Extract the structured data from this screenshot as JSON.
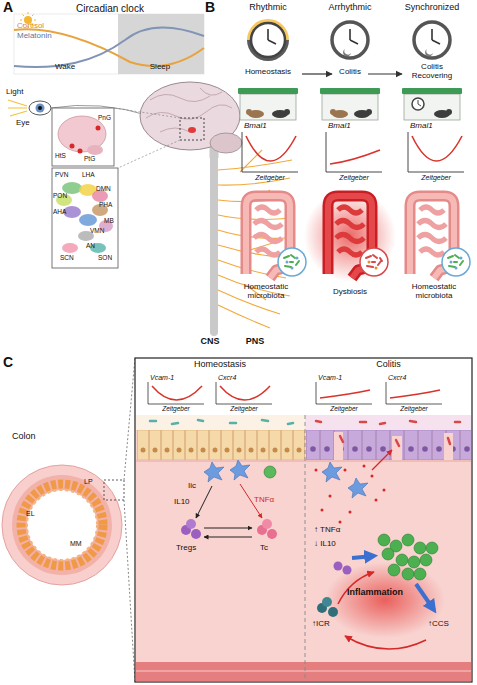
{
  "diagram": {
    "nodes": [
      {
        "text": [
          "Homeostasis"
        ]
      },
      {
        "text": [
          "Colitis"
        ]
      },
      {
        "text": [
          "Colitis Recovering"
        ]
      },
      {
        "text": [
          "Homeostasis"
        ]
      },
      {
        "text": [
          "Colitis"
        ]
      }
    ],
    "edges": [
      {
        "from": 0,
        "to": 1,
        "arrow": "to"
      },
      {
        "from": 1,
        "to": 2,
        "arrow": "to"
      }
    ],
    "labels": [
      "A",
      "Circadian clock",
      "Cortisol",
      "Melatonin",
      "Wake",
      "Sleep",
      "Light",
      "Eye",
      "PnG",
      "HtS",
      "PtG",
      "PVN",
      "LHA",
      "PON",
      "DMN",
      "AHA",
      "PHA",
      "MB",
      "VMN",
      "AN",
      "SON",
      "SCN",
      "CNS",
      "PNS",
      "B",
      "Rhythmic",
      "Arrhythmic",
      "Synchronized",
      "Bmal1",
      "Zeitgeber",
      "Bmal1",
      "Zeitgeber",
      "Bmal1",
      "Zeitgeber",
      "Homeostatic microbiota",
      "Dysbiosis",
      "Homeostatic microbiota",
      "C",
      "Colon",
      "LP",
      "EL",
      "MM",
      "Vcam-1",
      "Zeitgeber",
      "Cxcr4",
      "Zeitgeber",
      "Vcam-1",
      "Zeitgeber",
      "Cxcr4",
      "Zeitgeber",
      "Iic",
      "IL10",
      "TNFα",
      "Tregs",
      "Tc",
      "↑ TNFα",
      "↓ IL10",
      "Inflammation",
      "↑ICR",
      "↑CCS"
    ]
  }
}
